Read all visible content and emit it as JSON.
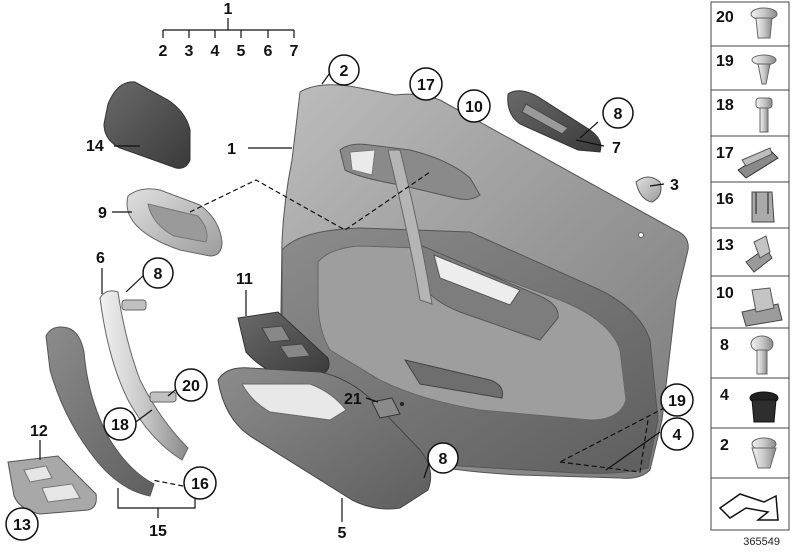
{
  "labels": {
    "l1_top": "1",
    "l2": "2",
    "l3": "3",
    "l4": "4",
    "l5": "5",
    "l6": "6",
    "l7": "7",
    "l1": "1",
    "l2_door": "2",
    "l17": "17",
    "l10": "10",
    "l8_clip": "8",
    "l7_clip": "7",
    "l3_cap": "3",
    "l14": "14",
    "l9": "9",
    "l6_trim": "6",
    "l8_trim": "8",
    "l11": "11",
    "l20": "20",
    "l18": "18",
    "l16": "16",
    "l12": "12",
    "l13": "13",
    "l15": "15",
    "l5_arm": "5",
    "l8_arm": "8",
    "l21": "21",
    "l19": "19",
    "l4_door": "4"
  },
  "parts_column": [
    "20",
    "19",
    "18",
    "17",
    "16",
    "13",
    "10",
    "8",
    "4",
    "2"
  ],
  "reference_number": "365549"
}
